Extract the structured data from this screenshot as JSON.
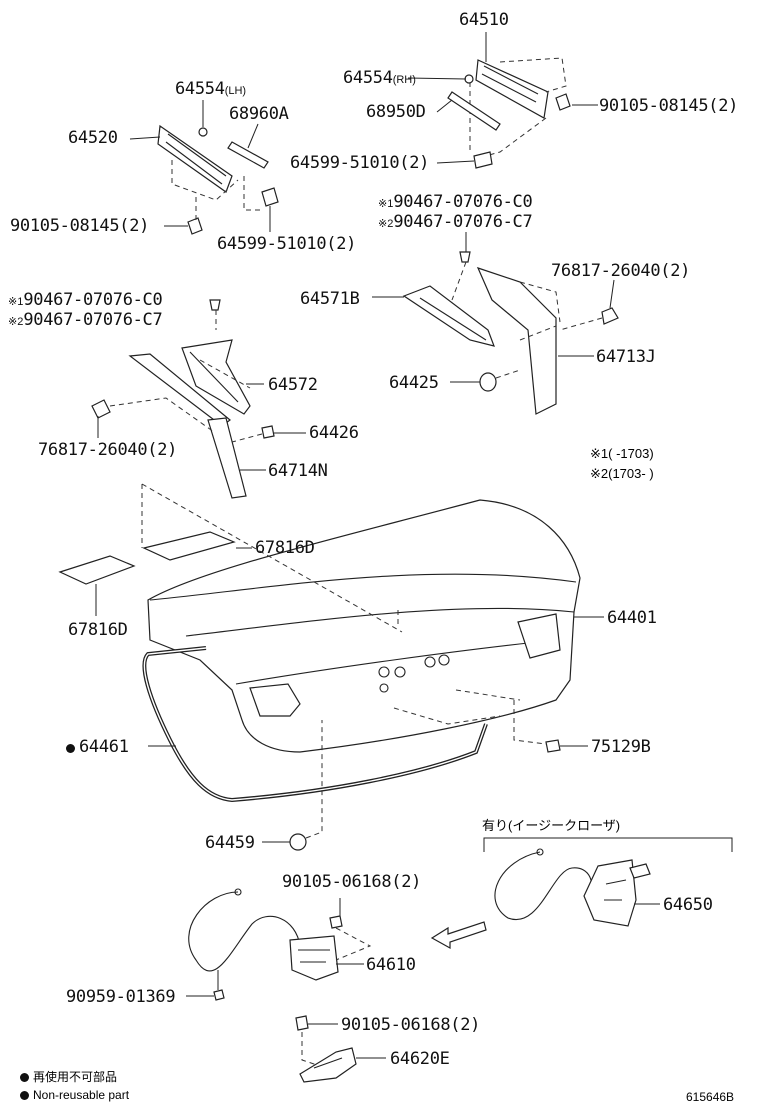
{
  "parts": {
    "p64510": "64510",
    "p64554_rh": "64554",
    "rh_suffix": "(RH)",
    "p90105_08145_top": "90105-08145(2)",
    "p68950d": "68950D",
    "p64599_51010_top": "64599-51010(2)",
    "p64554_lh": "64554",
    "lh_suffix": "(LH)",
    "p68960a": "68960A",
    "p64520": "64520",
    "p90105_08145_left": "90105-08145(2)",
    "p64599_51010_left": "64599-51010(2)",
    "r1_c0": "90467-07076-C0",
    "r2_c7": "90467-07076-C7",
    "p76817_26040_right": "76817-26040(2)",
    "p64571b": "64571B",
    "p64713j": "64713J",
    "p64425": "64425",
    "l1_c0": "90467-07076-C0",
    "l2_c7": "90467-07076-C7",
    "p64572": "64572",
    "p64426": "64426",
    "p76817_26040_left": "76817-26040(2)",
    "p64714n": "64714N",
    "p67816d_a": "67816D",
    "p67816d_b": "67816D",
    "p64401": "64401",
    "p64461": "64461",
    "p75129b": "75129B",
    "p64459": "64459",
    "p90105_06168_a": "90105-06168(2)",
    "p64650": "64650",
    "p64610": "64610",
    "p90959_01369": "90959-01369",
    "p90105_06168_b": "90105-06168(2)",
    "p64620e": "64620E"
  },
  "marks": {
    "r1": "※1",
    "r2": "※2",
    "l1": "※1",
    "l2": "※2"
  },
  "notes": {
    "n1_mark": "※1",
    "n1_text": "(      -1703)",
    "n2_mark": "※2",
    "n2_text": "(1703-      )",
    "easy_closer": "有り(イージークローザ)"
  },
  "legend": {
    "jp": "再使用不可部品",
    "en": "Non-reusable part"
  },
  "diagram_id": "615646B"
}
